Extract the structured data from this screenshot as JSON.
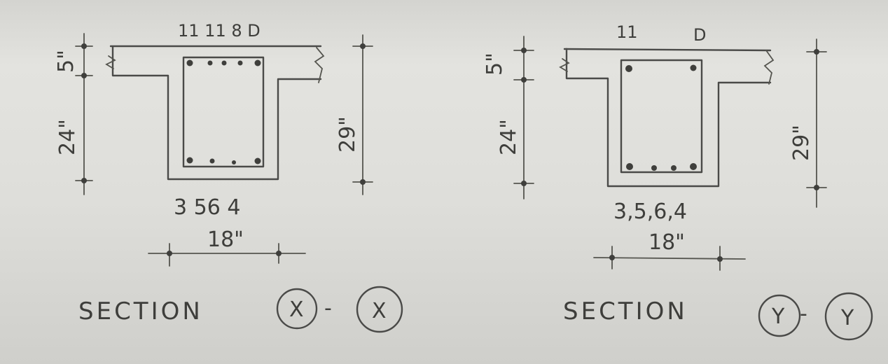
{
  "diagram": {
    "left_section": {
      "top_bars_label": "11 11 8 D",
      "bottom_bars_label": "3 56 4",
      "flange_depth": "5\"",
      "web_depth": "24\"",
      "total_depth": "29\"",
      "width": "18\"",
      "title": "SECTION",
      "mark_a": "X",
      "mark_b": "X",
      "separator": "-"
    },
    "right_section": {
      "top_bars_label_a": "11",
      "top_bars_label_b": "D",
      "bottom_bars_label": "3,5,6,4",
      "flange_depth": "5\"",
      "web_depth": "24\"",
      "total_depth": "29\"",
      "width": "18\"",
      "title": "SECTION",
      "mark_a": "Y",
      "mark_b": "Y",
      "separator": "-"
    }
  }
}
